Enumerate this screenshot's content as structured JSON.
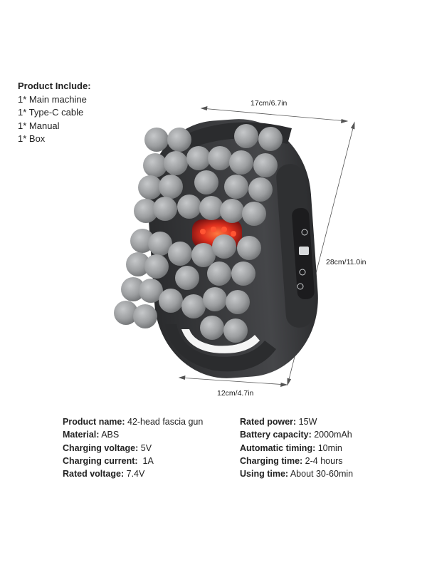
{
  "includes": {
    "title": "Product Include:",
    "items": [
      "1* Main machine",
      "1* Type-C cable",
      "1* Manual",
      "1* Box"
    ]
  },
  "dimensions": {
    "width_top": "17cm/6.7in",
    "height_right": "28cm/11.0in",
    "width_bottom": "12cm/4.7in"
  },
  "specs": {
    "left": [
      {
        "label": "Product name:",
        "value": " 42-head fascia gun"
      },
      {
        "label": "Material:",
        "value": " ABS"
      },
      {
        "label": "Charging voltage:",
        "value": " 5V"
      },
      {
        "label": "Charging current:",
        "value": "  1A"
      },
      {
        "label": "Rated voltage:",
        "value": " 7.4V"
      }
    ],
    "right": [
      {
        "label": "Rated power:",
        "value": " 15W"
      },
      {
        "label": "Battery capacity:",
        "value": " 2000mAh"
      },
      {
        "label": "Automatic timing:",
        "value": " 10min"
      },
      {
        "label": "Charging time:",
        "value": " 2-4 hours"
      },
      {
        "label": "Using time:",
        "value": " About 30-60min"
      }
    ]
  },
  "colors": {
    "body": "#3a3b3d",
    "ball": "#9a9c9e",
    "light": "#e0301e",
    "panel": "#1c1c1e"
  }
}
